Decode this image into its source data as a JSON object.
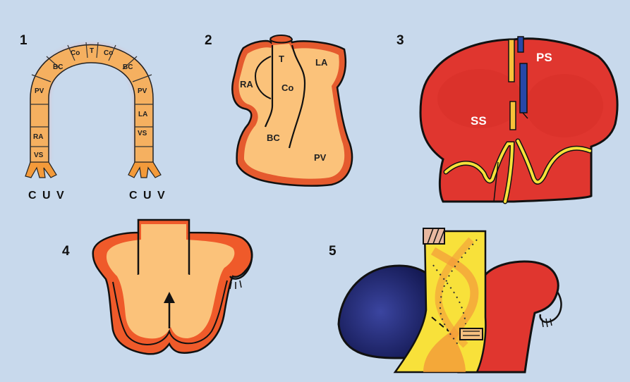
{
  "panels": {
    "p1": {
      "number": "1",
      "segments_left": [
        "VS",
        "RA",
        "PV",
        "BC",
        "Co"
      ],
      "top": "T",
      "segments_right": [
        "Co",
        "BC",
        "PV",
        "LA",
        "VS"
      ],
      "cuv_left": "C U V",
      "cuv_right": "C U V"
    },
    "p2": {
      "number": "2",
      "labels": {
        "T": "T",
        "LA": "LA",
        "RA": "RA",
        "Co": "Co",
        "BC": "BC",
        "PV": "PV"
      }
    },
    "p3": {
      "number": "3",
      "ps": "PS",
      "ss": "SS"
    },
    "p4": {
      "number": "4"
    },
    "p5": {
      "number": "5"
    }
  },
  "colors": {
    "background": "#c8d9ec",
    "tube_fill": "#f5b060",
    "tube_glow": "#ff8070",
    "heart_red": "#e0362f",
    "heart_orange": "#f4a348",
    "septum_yellow": "#f8e13a",
    "blue_atrium": "#1f2466",
    "septum_blue": "#2747a8",
    "outline": "#111111"
  }
}
